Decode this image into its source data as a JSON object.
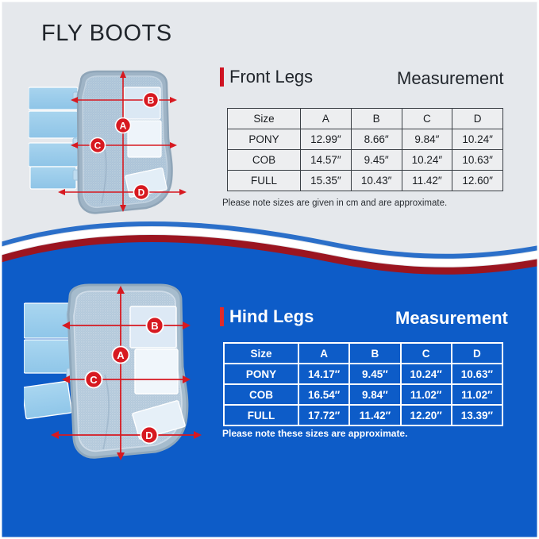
{
  "page": {
    "title": "FLY BOOTS",
    "background_color": "#e5e8ec",
    "blue_color": "#0d5cc8",
    "accent_red": "#cf1322"
  },
  "sections": [
    {
      "id": "front",
      "heading": "Front Legs",
      "measurement_label": "Measurement",
      "note": "Please note sizes are given in cm and are approximate.",
      "table": {
        "columns": [
          "Size",
          "A",
          "B",
          "C",
          "D"
        ],
        "rows": [
          [
            "PONY",
            "12.99″",
            "8.66″",
            "9.84″",
            "10.24″"
          ],
          [
            "COB",
            "14.57″",
            "9.45″",
            "10.24″",
            "10.63″"
          ],
          [
            "FULL",
            "15.35″",
            "10.43″",
            "11.42″",
            "12.60″"
          ]
        ]
      }
    },
    {
      "id": "hind",
      "heading": "Hind Legs",
      "measurement_label": "Measurement",
      "note": "Please note these sizes are approximate.",
      "table": {
        "columns": [
          "Size",
          "A",
          "B",
          "C",
          "D"
        ],
        "rows": [
          [
            "PONY",
            "14.17″",
            "9.45″",
            "10.24″",
            "10.63″"
          ],
          [
            "COB",
            "16.54″",
            "9.84″",
            "11.02″",
            "11.02″"
          ],
          [
            "FULL",
            "17.72″",
            "11.42″",
            "12.20″",
            "13.39″"
          ]
        ]
      }
    }
  ],
  "diagram_markers": {
    "front": [
      "A",
      "B",
      "C",
      "D"
    ],
    "hind": [
      "A",
      "B",
      "C",
      "D"
    ]
  }
}
